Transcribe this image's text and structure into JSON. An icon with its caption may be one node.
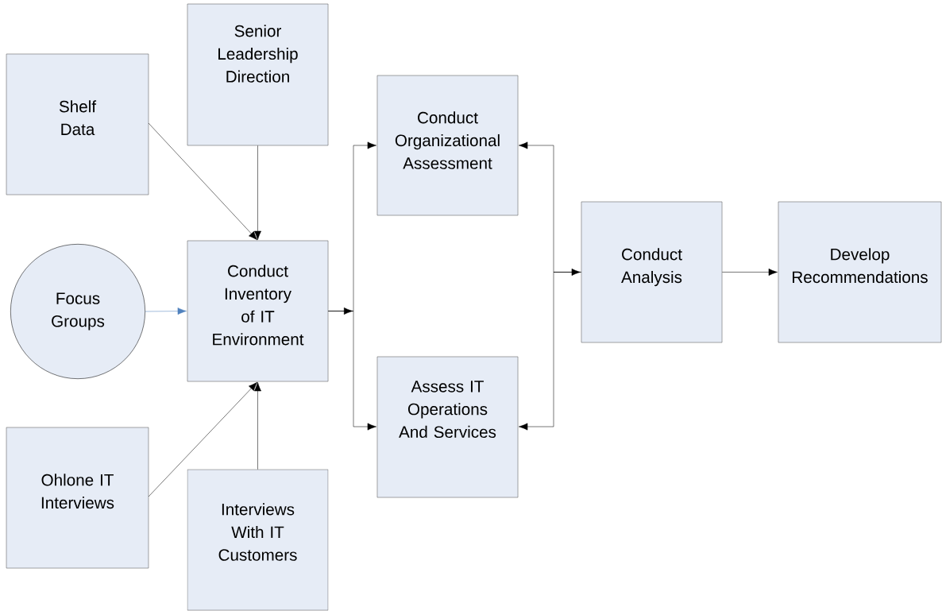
{
  "diagram": {
    "nodes": [
      {
        "text": [
          "Senior Leadership Direction"
        ]
      },
      {
        "text": [
          "Shelf Data"
        ]
      },
      {
        "text": [
          "Conduct Organizational Assessment"
        ]
      },
      {
        "text": [
          "Focus Groups"
        ]
      },
      {
        "text": [
          "Conduct Inventory of IT Environment"
        ]
      },
      {
        "text": [
          "Conduct Analysis"
        ]
      },
      {
        "text": [
          "Develop Recommendations"
        ]
      },
      {
        "text": [
          "Assess IT Operations And Services"
        ]
      },
      {
        "text": [
          "Ohlone IT Interviews"
        ]
      },
      {
        "text": [
          "Interviews With IT Customers"
        ]
      }
    ],
    "edges": [
      {
        "from": 1,
        "to": 4,
        "arrow": "to"
      },
      {
        "from": 0,
        "to": 4,
        "arrow": "to"
      },
      {
        "from": 3,
        "to": 4,
        "arrow": "to",
        "color": "#4f81bd"
      },
      {
        "from": 8,
        "to": 4,
        "arrow": "to"
      },
      {
        "from": 9,
        "to": 4,
        "arrow": "to"
      },
      {
        "from": 4,
        "to": 2,
        "arrow": "to"
      },
      {
        "from": 4,
        "to": 7,
        "arrow": "to"
      },
      {
        "from": 5,
        "to": 2,
        "arrow": "both"
      },
      {
        "from": 5,
        "to": 7,
        "arrow": "both"
      },
      {
        "from": 5,
        "to": 6,
        "arrow": "to"
      }
    ]
  }
}
